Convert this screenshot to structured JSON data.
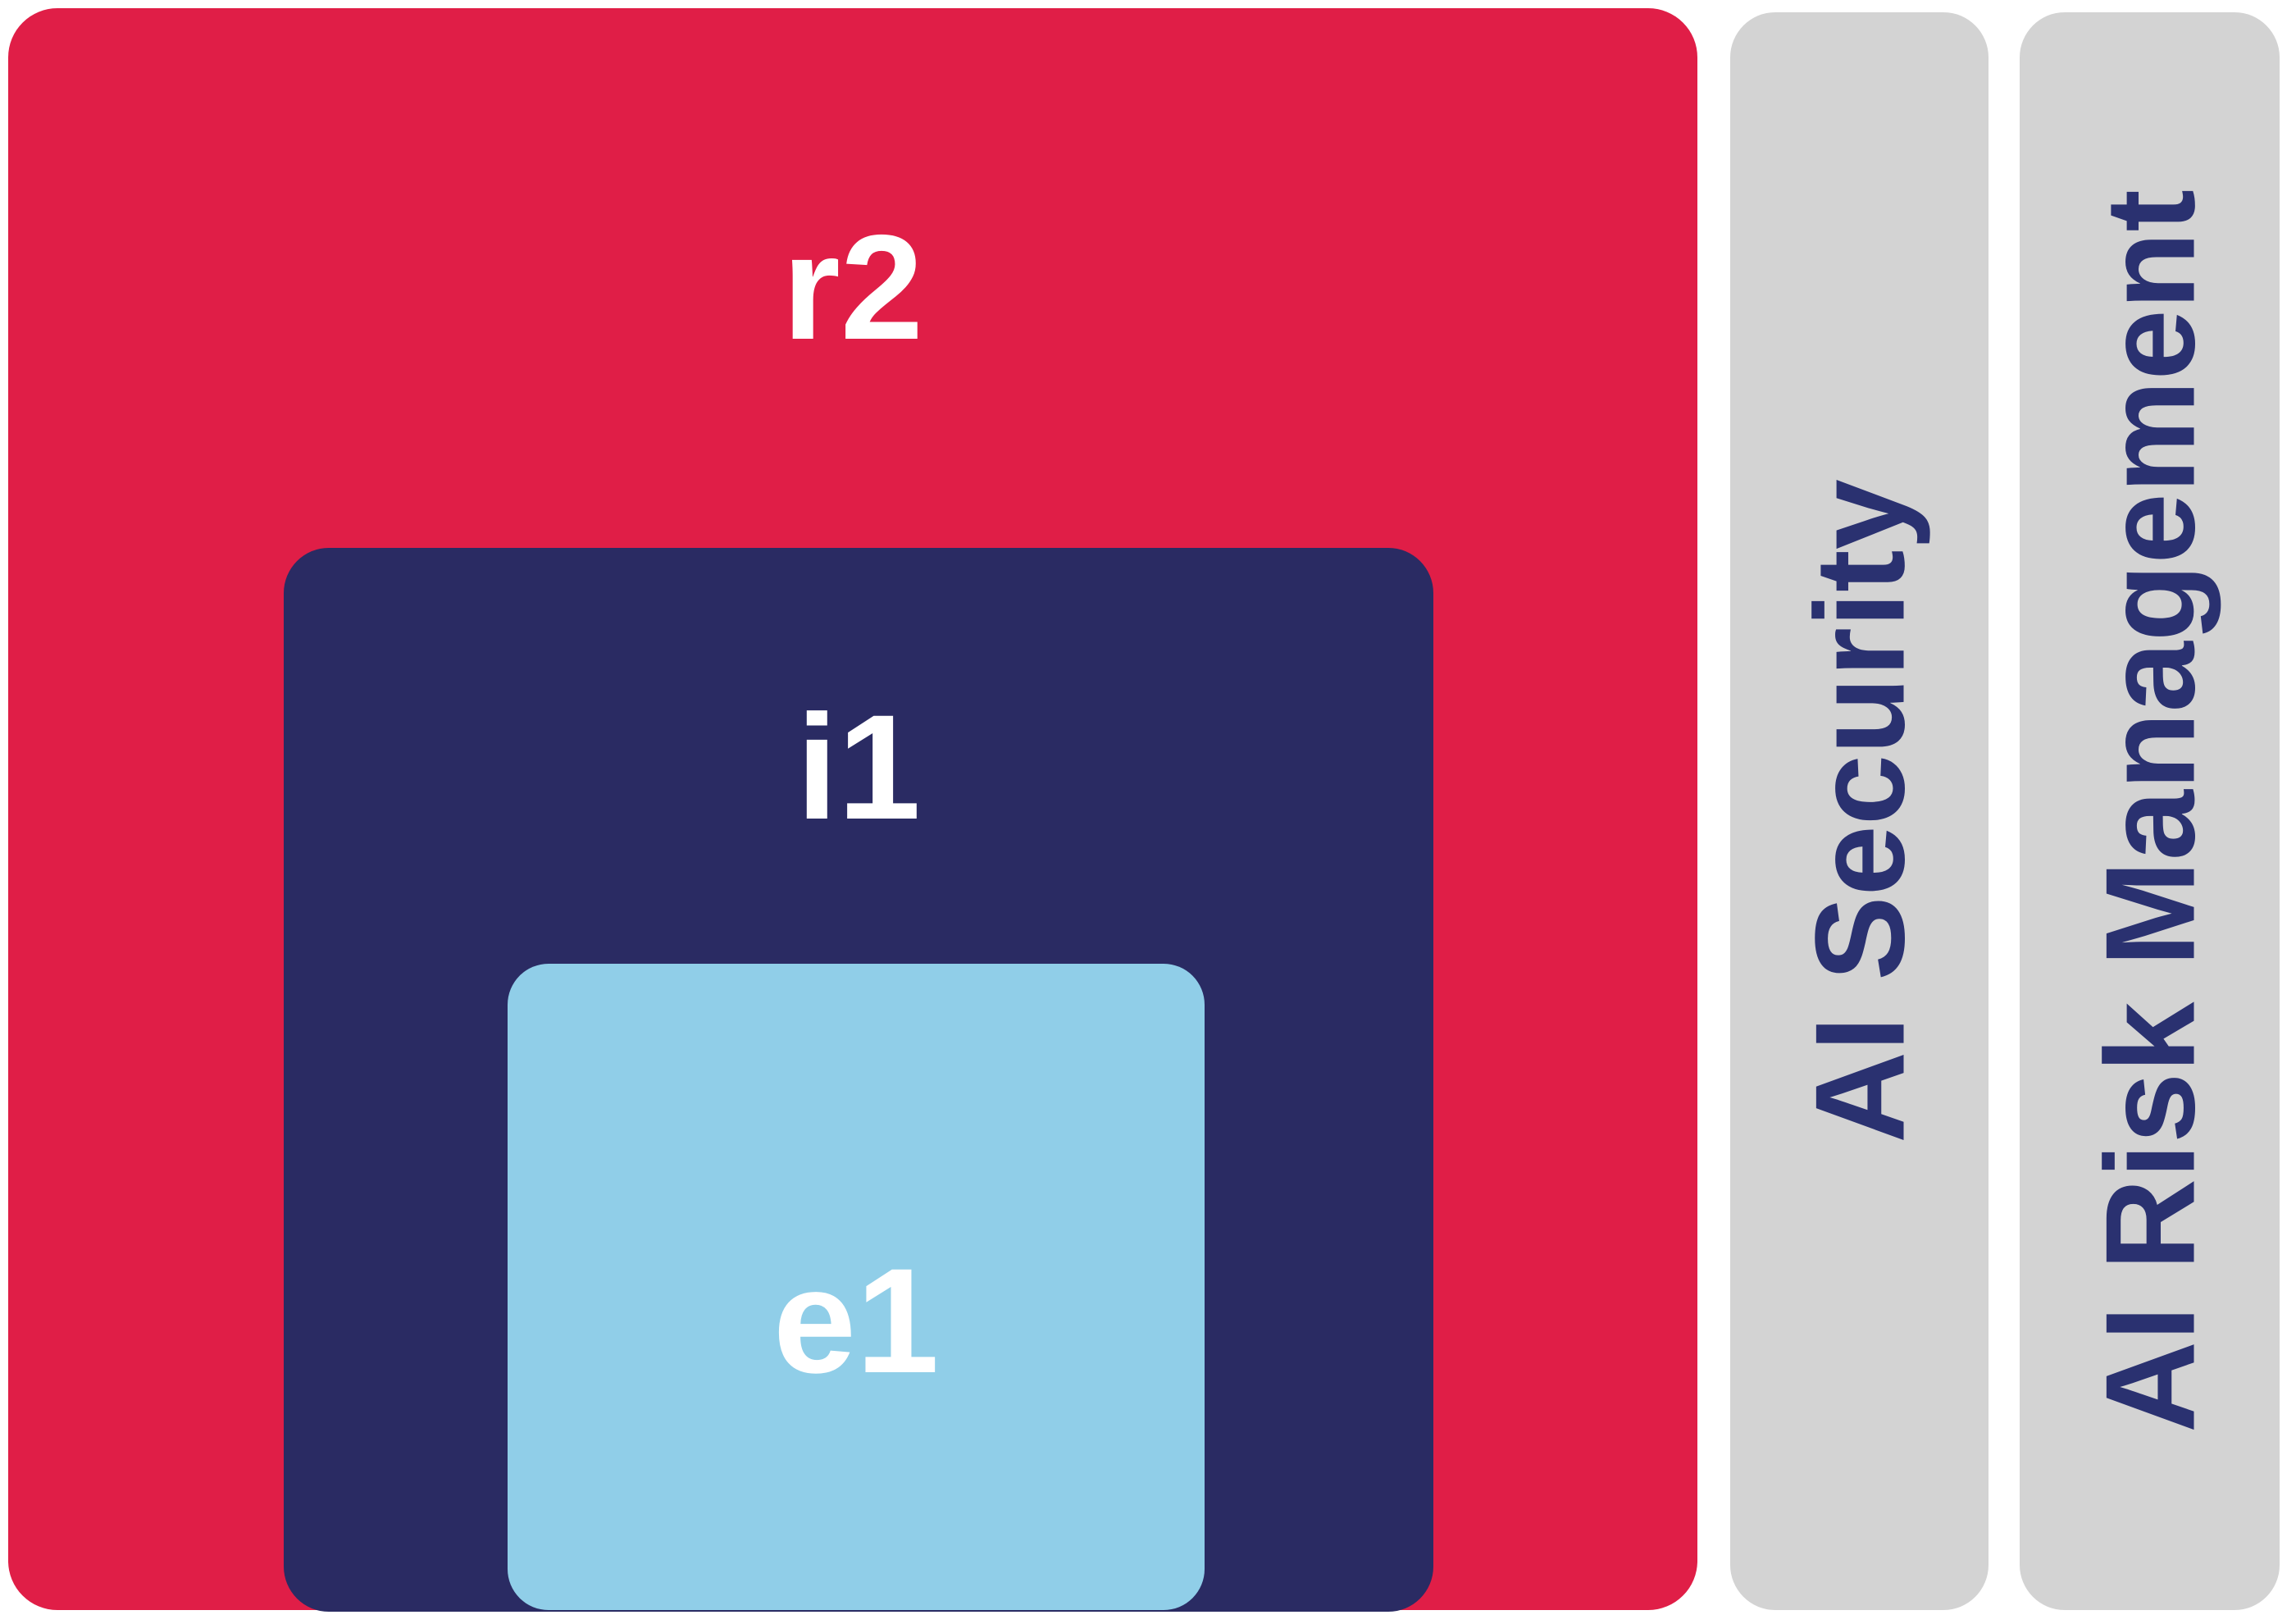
{
  "colors": {
    "background": "#ffffff",
    "outer_rect": "#e01e47",
    "middle_rect": "#2a2b63",
    "inner_rect": "#90cee8",
    "sidebar_bar": "#d3d3d3",
    "sidebar_text": "#2a3170",
    "ring_label_text": "#ffffff"
  },
  "diagram": {
    "outer_label": "r2",
    "middle_label": "i1",
    "inner_label": "e1"
  },
  "sidebars": [
    {
      "label": "AI Security"
    },
    {
      "label": "AI Risk Management"
    }
  ]
}
